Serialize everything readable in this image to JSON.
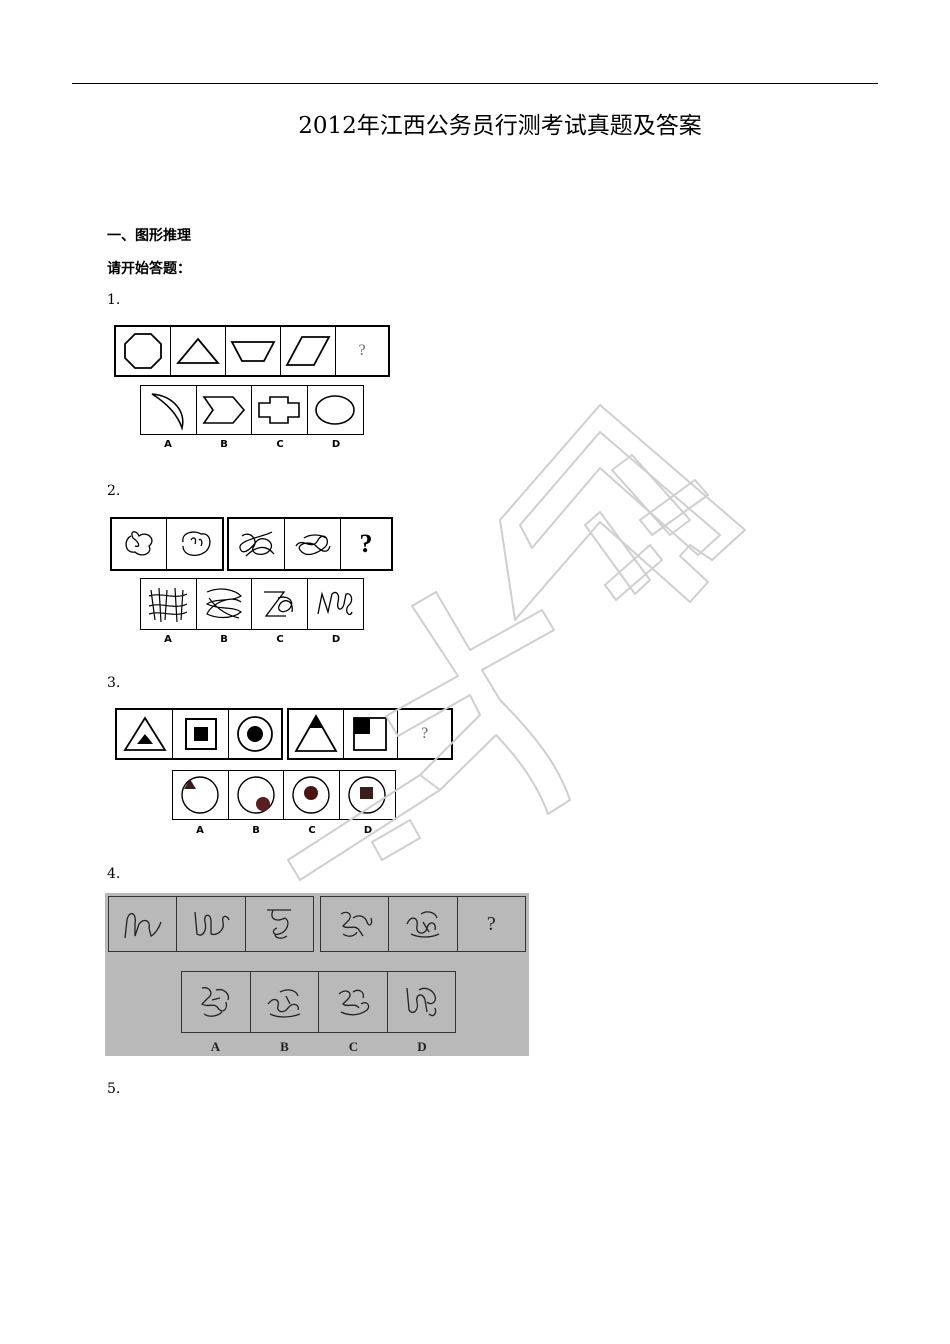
{
  "document": {
    "title": "2012年江西公务员行测考试真题及答案",
    "section_heading": "一、图形推理",
    "instruction": "请开始答题：",
    "option_labels": [
      "A",
      "B",
      "C",
      "D"
    ],
    "question_mark": "?"
  },
  "questions": [
    {
      "number": "1.",
      "stem_icons": [
        "octagon-icon",
        "triangle-icon",
        "trapezoid-icon",
        "parallelogram-icon"
      ],
      "option_icons": [
        "crescent-icon",
        "arrow-pentagon-icon",
        "cross-shape-icon",
        "ellipse-icon"
      ]
    },
    {
      "number": "2.",
      "stem_icons": [
        "scribble-1-icon",
        "scribble-2-icon",
        "scribble-3-icon",
        "scribble-4-icon"
      ],
      "option_icons": [
        "scribble-a-icon",
        "scribble-b-icon",
        "scribble-c-icon",
        "scribble-d-icon"
      ]
    },
    {
      "number": "3.",
      "stem_icons": [
        "triangle-in-triangle-icon",
        "square-in-square-icon",
        "dot-in-circle-icon",
        "small-triangle-top-icon",
        "square-corner-icon"
      ],
      "option_icons": [
        "circle-triangle-icon",
        "circle-dot-low-icon",
        "circle-dot-icon",
        "circle-square-icon"
      ]
    },
    {
      "number": "4.",
      "stem_icons": [
        "line-curve-1-icon",
        "line-curve-2-icon",
        "line-curve-3-icon",
        "line-curve-4-icon",
        "line-curve-5-icon"
      ],
      "option_icons": [
        "line-curve-a-icon",
        "line-curve-b-icon",
        "line-curve-c-icon",
        "line-curve-d-icon"
      ]
    },
    {
      "number": "5."
    }
  ],
  "watermark": {
    "text": "大网",
    "color": "#cfcfcf"
  }
}
